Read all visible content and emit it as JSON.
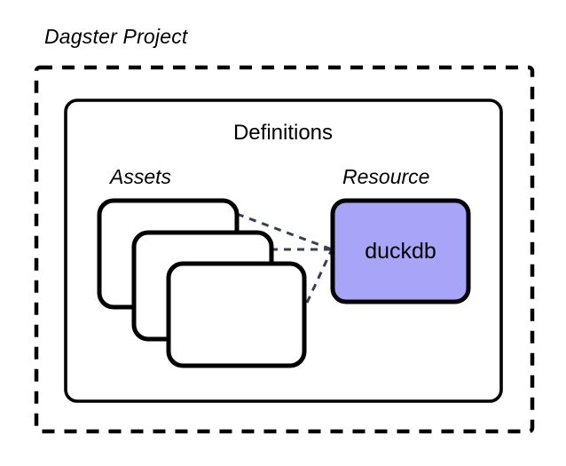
{
  "diagram": {
    "title": "Dagster Project",
    "background_color": "#ffffff",
    "stroke_color": "#000000",
    "connector_color": "#3a3f52",
    "inner_container": {
      "label": "Definitions"
    },
    "groups": [
      {
        "name": "assets-group",
        "label": "Assets",
        "card_count": 3,
        "fill_color": "#ffffff"
      },
      {
        "name": "resource-group",
        "label": "Resource",
        "node_label": "duckdb",
        "fill_color": "#a8a4f7"
      }
    ],
    "connectors": {
      "style": "dashed",
      "count": 3,
      "from": "assets",
      "to": "duckdb"
    }
  }
}
